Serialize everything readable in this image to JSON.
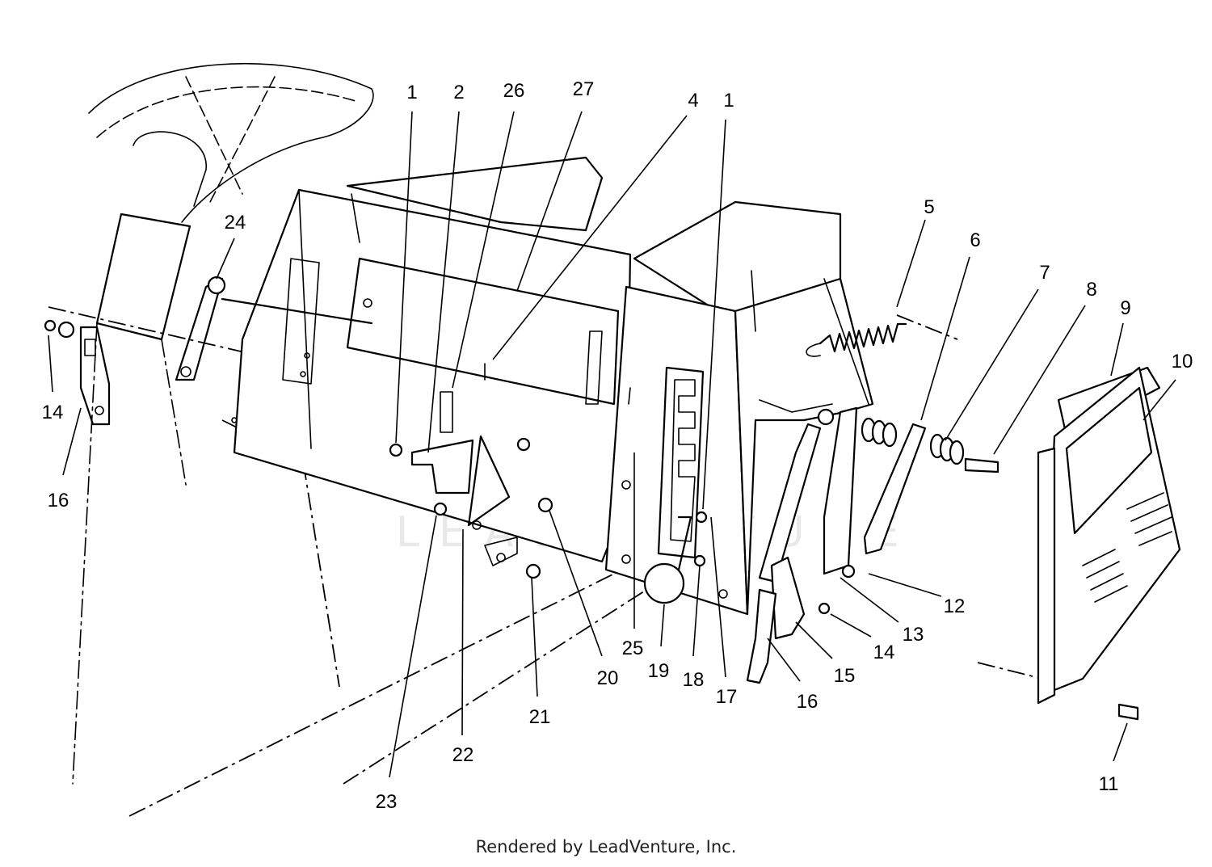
{
  "diagram": {
    "callouts": [
      {
        "id": "c1a",
        "label": "1"
      },
      {
        "id": "c2",
        "label": "2"
      },
      {
        "id": "c26",
        "label": "26"
      },
      {
        "id": "c27",
        "label": "27"
      },
      {
        "id": "c4",
        "label": "4"
      },
      {
        "id": "c1b",
        "label": "1"
      },
      {
        "id": "c5",
        "label": "5"
      },
      {
        "id": "c6",
        "label": "6"
      },
      {
        "id": "c7",
        "label": "7"
      },
      {
        "id": "c8",
        "label": "8"
      },
      {
        "id": "c9",
        "label": "9"
      },
      {
        "id": "c10",
        "label": "10"
      },
      {
        "id": "c24",
        "label": "24"
      },
      {
        "id": "c14a",
        "label": "14"
      },
      {
        "id": "c16a",
        "label": "16"
      },
      {
        "id": "c12",
        "label": "12"
      },
      {
        "id": "c13",
        "label": "13"
      },
      {
        "id": "c14b",
        "label": "14"
      },
      {
        "id": "c15",
        "label": "15"
      },
      {
        "id": "c16b",
        "label": "16"
      },
      {
        "id": "c17",
        "label": "17"
      },
      {
        "id": "c18",
        "label": "18"
      },
      {
        "id": "c19",
        "label": "19"
      },
      {
        "id": "c20",
        "label": "20"
      },
      {
        "id": "c25",
        "label": "25"
      },
      {
        "id": "c21",
        "label": "21"
      },
      {
        "id": "c22",
        "label": "22"
      },
      {
        "id": "c23",
        "label": "23"
      },
      {
        "id": "c11",
        "label": "11"
      }
    ]
  },
  "watermark": {
    "text": "LEADVENTURE"
  },
  "footer": {
    "credit": "Rendered by LeadVenture, Inc."
  }
}
